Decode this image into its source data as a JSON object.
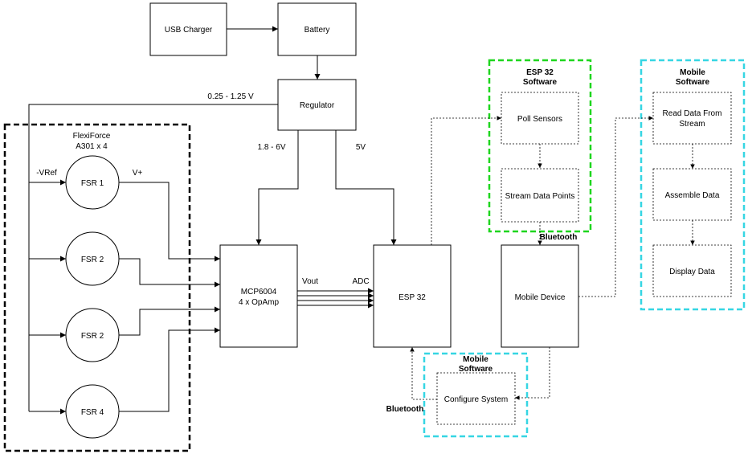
{
  "nodes": {
    "usb_charger": "USB Charger",
    "battery": "Battery",
    "regulator": "Regulator",
    "fsr1": "FSR 1",
    "fsr2a": "FSR 2",
    "fsr2b": "FSR 2",
    "fsr4": "FSR 4",
    "opamp_line1": "MCP6004",
    "opamp_line2": "4 x OpAmp",
    "esp32": "ESP 32",
    "poll_sensors": "Poll Sensors",
    "stream_data_points": "Stream Data Points",
    "mobile_device": "Mobile Device",
    "read_data_line1": "Read Data From",
    "read_data_line2": "Stream",
    "assemble_data": "Assemble Data",
    "display_data": "Display Data",
    "configure_system": "Configure System"
  },
  "groups": {
    "flexiforce_line1": "FlexiForce",
    "flexiforce_line2": "A301 x 4",
    "esp32_software_line1": "ESP 32",
    "esp32_software_line2": "Software",
    "mobile_software_right_line1": "Mobile",
    "mobile_software_right_line2": "Software",
    "mobile_software_bottom_line1": "Mobile",
    "mobile_software_bottom_line2": "Software"
  },
  "labels": {
    "voltage_range": "0.25 - 1.25 V",
    "v_1_8_6": "1.8 - 6V",
    "v_5": "5V",
    "neg_vref": "-VRef",
    "v_plus": "V+",
    "vout": "Vout",
    "adc": "ADC",
    "bluetooth_top": "Bluetooth",
    "bluetooth_bottom": "Bluetooth"
  },
  "colors": {
    "flexiforce_group": "#000000",
    "esp32_software_group": "#1ed61e",
    "mobile_software_group": "#36d6e3"
  }
}
